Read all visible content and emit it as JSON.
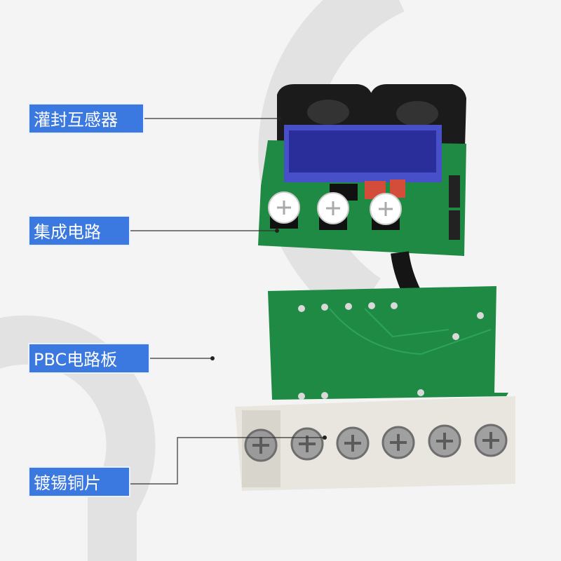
{
  "labels": {
    "potted_transformer": "灌封互感器",
    "integrated_circuit": "集成电路",
    "pcb_board": "PBC电路板",
    "tinned_copper": "镀锡铜片"
  },
  "colors": {
    "label_bg": "#3b78e0",
    "label_text": "#ffffff",
    "pcb_green": "#1f8a44",
    "background": "#f4f4f4"
  }
}
